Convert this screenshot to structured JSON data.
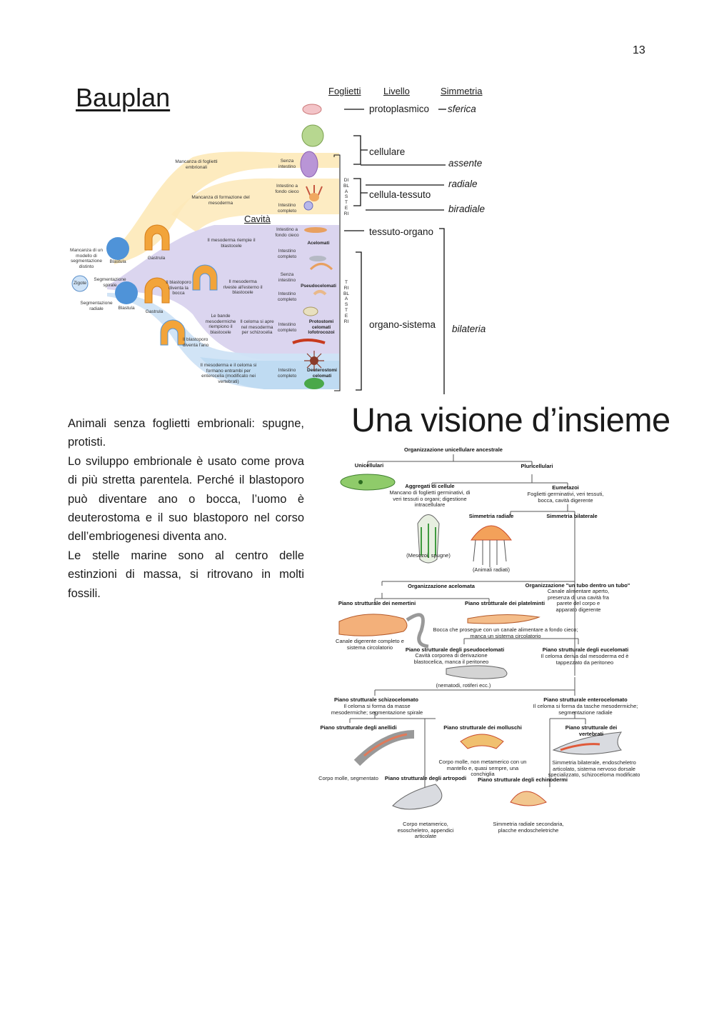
{
  "page_number": "13",
  "bauplan": {
    "title": "Bauplan",
    "headers": {
      "foglietti": "Foglietti",
      "livello": "Livello",
      "simmetria": "Simmetria"
    },
    "levels": {
      "protoplasmico": "protoplasmico",
      "cellulare": "cellulare",
      "cellula_tessuto": "cellula-tessuto",
      "tessuto_organo": "tessuto-organo",
      "organo_sistema": "organo-sistema"
    },
    "symmetry": {
      "sferica": "sferica",
      "assente": "assente",
      "radiale": "radiale",
      "biradiale": "biradiale",
      "bilateria": "bilateria"
    },
    "cavita": "Cavità",
    "diblasteri": "DIBLASTERI",
    "triblasteri": "TRIBLASTERI",
    "labels": {
      "mancanza_foglietti": "Mancanza di foglietti embrionali",
      "senza_intestino_1": "Senza intestino",
      "mancanza_mesoderma": "Mancanza di formazione del mesoderma",
      "intestino_fondo_cieco_1": "Intestino a fondo cieco",
      "intestino_completo_1": "Intestino completo",
      "mesoderma_riempie": "Il mesoderma riempie il blastocele",
      "intestino_fondo_cieco_2": "Intestino a fondo cieco",
      "acelomati": "Acelomati",
      "intestino_completo_2": "Intestino completo",
      "mancanza_modello": "Mancanza di un modello di segmentazione distinto",
      "blastula_1": "Blastula",
      "gastrula_1": "Gastrula",
      "zigote": "Zigote",
      "segmentazione_spirale": "Segmentazione spirale",
      "segmentazione_radiale": "Segmentazione radiale",
      "blastula_2": "Blastula",
      "gastrula_2": "Gastrula",
      "blastoporo_bocca": "Il blastoporo diventa la bocca",
      "mesoderma_riveste": "Il mesoderma riveste all'esterno il blastocele",
      "senza_intestino_2": "Senza intestino",
      "pseudocelomati": "Pseudocelomati",
      "intestino_completo_3": "Intestino completo",
      "bande_mesodermiche": "Le bande mesodermiche riempiono il blastocele",
      "celoma_schizocelia": "Il celoma si apre nel mesoderma per schizocelia",
      "intestino_completo_4": "Intestino completo",
      "protostomi": "Protostomi celomati lofotrocozoi",
      "blastoporo_ano": "Il blastoporo diventa l'ano",
      "mesoderma_enterocelia": "Il mesoderma e il celoma si formano entrambi per enterocelia (modificato nei vertebrati)",
      "intestino_completo_5": "Intestino completo",
      "deuterostomi": "Deuterostomi celomati"
    }
  },
  "body_text": {
    "p1": "Animali senza foglietti embrionali: spugne, protisti.",
    "p2": "Lo sviluppo embrionale è usato come prova di più stretta parentela. Perché il blastoporo può diventare ano o bocca, l’uomo è deuterostoma e il suo blastoporo nel corso dell’embriogenesi diventa ano.",
    "p3": "Le stelle marine sono al centro delle estinzioni di massa, si ritrovano in molti fossili."
  },
  "visione": {
    "title": "Una visione d’insieme",
    "nodes": {
      "root": "Organizzazione unicellulare ancestrale",
      "unicellulari": "Unicellulari",
      "pluricellulari": "Pluricellulari",
      "aggregati": "Aggregati di cellule",
      "aggregati_desc": "Mancano di foglietti germinativi, di veri tessuti o organi; digestione intracellulare",
      "eumetazoi": "Eumetazoi",
      "eumetazoi_desc": "Foglietti germinativi, veri tessuti, bocca, cavità digerente",
      "mesozoi": "(Mesozoi, spugne)",
      "simmetria_radiale": "Simmetria radiale",
      "simmetria_bilaterale": "Simmetria bilaterale",
      "animali_radiati": "(Animali radiati)",
      "acelomata": "Organizzazione acelomata",
      "tubo": "Organizzazione \"un tubo dentro un tubo\"",
      "tubo_desc": "Canale alimentare aperto, presenza di una cavità fra parete del corpo e apparato digerente",
      "nemertini": "Piano strutturale dei nemertini",
      "platelminti": "Piano strutturale dei platelminti",
      "platelminti_desc": "Bocca che prosegue con un canale alimentare a fondo cieco; manca un sistema circolatorio",
      "nemertini_desc": "Canale digerente completo e sistema circolatorio",
      "pseudocelomati": "Piano strutturale degli pseudocelomati",
      "pseudocelomati_desc": "Cavità corporea di derivazione blastocelica, manca il peritoneo",
      "eucelomati": "Piano strutturale degli eucelomati",
      "eucelomati_desc": "Il celoma deriva dal mesoderma ed è tappezzato da peritoneo",
      "nematodi": "(nematodi, rotiferi ecc.)",
      "schizocelomato": "Piano strutturale schizocelomato",
      "schizocelomato_desc": "Il celoma si forma da masse mesodermiche; segmentazione spirale",
      "enterocelomato": "Piano strutturale enterocelomato",
      "enterocelomato_desc": "Il celoma si forma da tasche mesodermiche; segmentazione radiale",
      "anellidi": "Piano strutturale degli anellidi",
      "molluschi": "Piano strutturale dei molluschi",
      "vertebrati": "Piano strutturale dei vertebrati",
      "molluschi_desc": "Corpo molle, non metamerico con un mantello e, quasi sempre, una conchiglia",
      "vertebrati_desc": "Simmetria bilaterale, endoscheletro articolato, sistema nervoso dorsale specializzato, schizoceloma modificato",
      "anellidi_desc": "Corpo molle, segmentato",
      "artropodi": "Piano strutturale degli artropodi",
      "echinodermi": "Piano strutturale degli echinodermi",
      "artropodi_desc": "Corpo metamerico, esoscheletro, appendici articolate",
      "echinodermi_desc": "Simmetria radiale secondaria, placche endoscheletriche"
    }
  }
}
